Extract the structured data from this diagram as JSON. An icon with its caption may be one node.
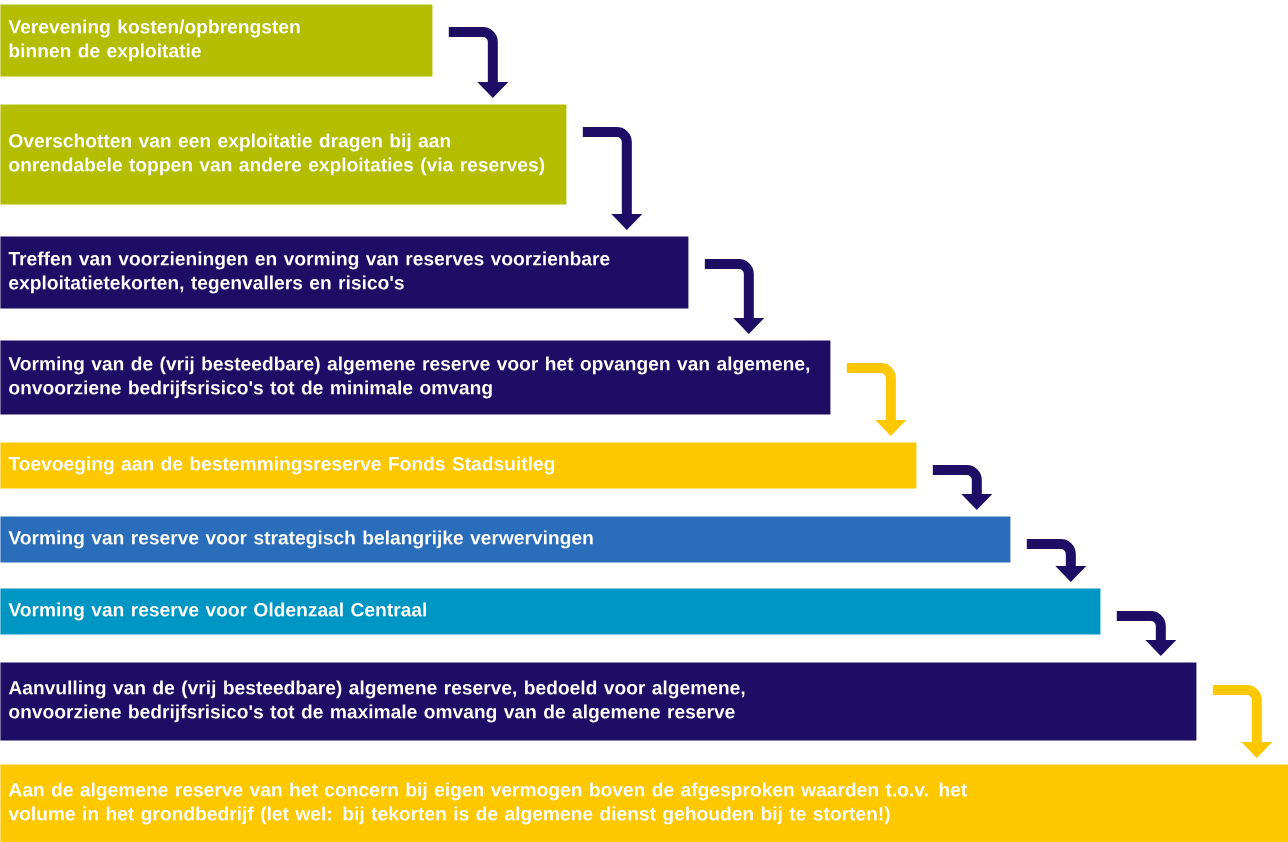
{
  "diagram": {
    "nodes": [
      {
        "text": [
          "Verevening kosten/opbrengsten binnen de exploitatie"
        ]
      },
      {
        "text": [
          "Overschotten van een exploitatie dragen bij aan onrendabele toppen van andere exploitaties (via reserves)"
        ]
      },
      {
        "text": [
          "Treffen van voorzieningen en vorming van reserves voorzienbare exploitatietekorten, tegenvallers en risico's"
        ]
      },
      {
        "text": [
          "Vorming van de (vrij besteedbare) algemene reserve voor het opvangen van algemene, onvoorziene bedrijfsrisico's tot de minimale omvang"
        ]
      },
      {
        "text": [
          "Toevoeging aan de bestemmingsreserve Fonds Stadsuitleg"
        ]
      },
      {
        "text": [
          "Vorming van reserve voor strategisch belangrijke verwervingen"
        ]
      },
      {
        "text": [
          "Vorming van reserve voor Oldenzaal Centraal"
        ]
      },
      {
        "text": [
          "Aanvulling van de (vrij besteedbare) algemene reserve, bedoeld voor algemene, onvoorziene bedrijfsrisico's tot de maximale omvang van de algemene reserve"
        ]
      },
      {
        "text": [
          "Aan de algemene reserve van het concern bij eigen vermogen boven de afgesproken waarden t.o.v. het volume in het grondbedrijf (let wel: bij tekorten is de algemene dienst gehouden bij te storten!)"
        ]
      }
    ],
    "edges": [
      {
        "from": 0,
        "to": 1,
        "arrow": "to"
      },
      {
        "from": 1,
        "to": 2,
        "arrow": "to"
      },
      {
        "from": 2,
        "to": 3,
        "arrow": "to"
      },
      {
        "from": 3,
        "to": 4,
        "arrow": "to",
        "color": "#fdc800"
      },
      {
        "from": 4,
        "to": 5,
        "arrow": "to"
      },
      {
        "from": 5,
        "to": 6,
        "arrow": "to"
      },
      {
        "from": 6,
        "to": 7,
        "arrow": "to"
      },
      {
        "from": 7,
        "to": 8,
        "arrow": "to",
        "color": "#fdc800"
      }
    ]
  }
}
